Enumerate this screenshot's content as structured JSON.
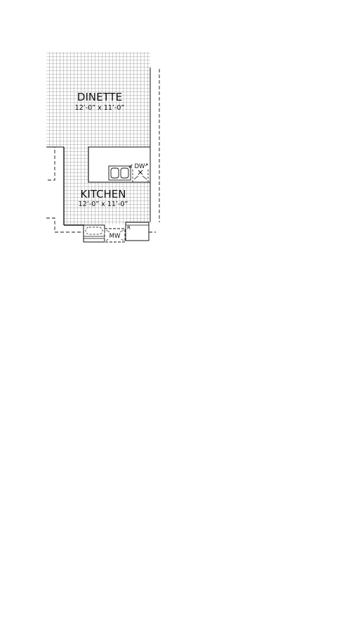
{
  "rooms": [
    {
      "name": "DINETTE",
      "dimensions": "12’-0” x 11’-0”"
    },
    {
      "name": "KITCHEN",
      "dimensions": "12’-0” x 11’-0”"
    }
  ],
  "fixtures": {
    "dishwasher": "DW",
    "microwave": "MW",
    "refrigerator": "R"
  },
  "colors": {
    "line": "#111111",
    "grid": "#444444",
    "background": "#ffffff"
  }
}
